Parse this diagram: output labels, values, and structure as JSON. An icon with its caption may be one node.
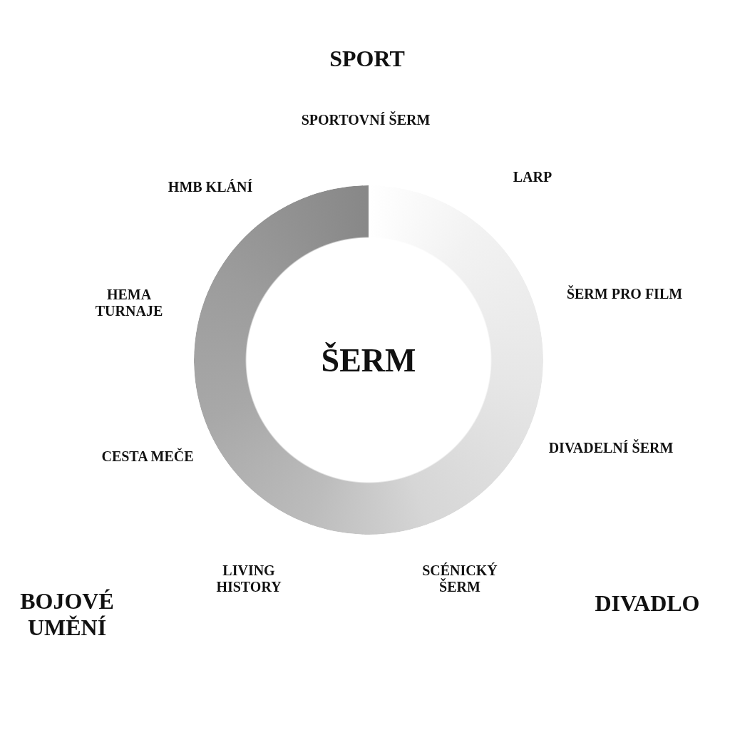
{
  "diagram": {
    "nodes": [
      {
        "text": [
          "ŠERM"
        ]
      }
    ],
    "labels": [
      "SPORT",
      "SPORTOVNÍ ŠERM",
      "HMB KLÁNÍ",
      "LARP",
      "HEMA TURNAJE",
      "ŠERM PRO FILM",
      "CESTA MEČE",
      "DIVADELNÍ ŠERM",
      "LIVING HISTORY",
      "SCÉNICKÝ ŠERM",
      "BOJOVÉ UMĚNÍ",
      "DIVADLO"
    ]
  }
}
